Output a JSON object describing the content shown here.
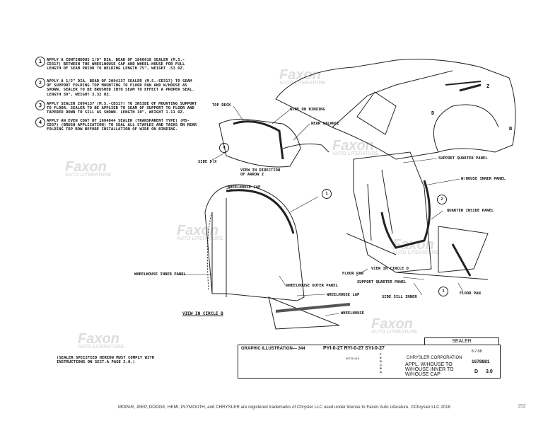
{
  "notes": [
    {
      "num": "1",
      "text": "APPLY A CONTINUOUS 1/8\" DIA. BEAD OF 1860618 SEALER (M.S.-CD317) BETWEEN THE WHEELHOUSE CAP AND WHEEL-HOUSE FOR FULL LENGTH OF SEAM PRIOR TO WELDING LENGTH 75\", WEIGHT .53 OZ."
    },
    {
      "num": "2",
      "text": "APPLY A 1/2\" DIA. BEAD OF 2094137 SEALER (M.S.-CD317) TO SEAM OF SUPPORT FOLDING TOP MOUNTING TO FLOOR PAN AND W/HOUSE AS SHOWN. SEALER TO BE BRUSHED INTO SEAM TO EFFECT A PROPER SEAL. LENGTH 30\", WEIGHT 3.32 OZ."
    },
    {
      "num": "3",
      "text": "APPLY SEALER 2094137 (M.S.-CD317) TO INSIDE OF MOUNTING SUPPORT TO FLOOR. SEALER TO BE APPLIED TO SEAM OF SUPPORT TO FLOOR AND TAPERED DOWN TO SILL AS SHOWN. LENGTH 10\", WEIGHT 1.11 OZ."
    },
    {
      "num": "4",
      "text": "APPLY AN EVEN COAT OF 1684044 SEALER (TRANSPARENT TYPE) (MS-CD37) (BRUSH APPLICATION) TO SEAL ALL STAPLES AND TACKS ON REAR FOLDING TOP BOW BEFORE INSTALLATION OF WIRE ON BINDING."
    }
  ],
  "footnote": "(SEALER SPECIFIED HEREON MUST COMPLY WITH INSTRUCTIONS ON SECT.A PAGE 2.0.)",
  "labels": {
    "top_deck": "TOP DECK",
    "wire_on_binding": "WIRE ON BINDING",
    "rear_valance": "REAR VALANCE",
    "side": "SIDE D)X",
    "view_arrow_1": "VIEW IN DIRECTION",
    "view_arrow_2": "OF ARROW Z",
    "wheelhouse_cap": "WHEELHOUSE CAP",
    "wheelhouse_inner_panel": "WHEELHOUSE INNER PANEL",
    "wheelhouse_outer_panel": "WHEELHOUSE OUTER PANEL",
    "wheelhouse_lap": "WHEELHOUSE LAP",
    "wheelhouse": "WHEELHOUSE",
    "view_circle_b": "VIEW IN CIRCLE B",
    "support_quarter_panel": "SUPPORT QUARTER PANEL",
    "whouse_inner_panel": "W/HOUSE INNER PANEL",
    "quarter_inside_panel": "QUARTER INSIDE PANEL",
    "floor_pan": "FLOOR PAN",
    "view_circle_d": "VIEW IN CIRCLE D",
    "support_quarter_panel_2": "SUPPORT QUARTER PANEL",
    "side_sill_inner": "SIDE SILL INNER",
    "floor_pan_2": "FLOOR PAN",
    "callout_z": "Z",
    "callout_d": "D",
    "callout_b": "B",
    "c1": "1",
    "c2": "2",
    "c3": "3",
    "c4": "4"
  },
  "title_block": {
    "graphic": "GRAPHIC ILLUSTRATION— 344",
    "models": "PYI-0-27   RYI-0-27   SYI-0-27",
    "title": "SEALER",
    "company": "CHRYSLER CORPORATION",
    "description_1": "APPL. W/HOUSE TO",
    "description_2": "W/HOUSE INNER TO",
    "description_3": "W/HOUSE CAP",
    "date": "8-7-58",
    "drawing_no": "1678881",
    "sect": "D",
    "page": "3.0",
    "part_no": "90729-416",
    "revisions": [
      "F",
      "E",
      "D",
      "C",
      "B",
      "A"
    ]
  },
  "footer": "MOPAR, JEEP, DODGE, HEMI, PLYMOUTH, and CHRYSLER are registered trademarks of Chrysler LLC used under license to Faxon Auto Literature. ©Chrysler LLC 2018",
  "page_number": "152",
  "watermark": {
    "brand": "Faxon",
    "sub": "AUTO LITERATURE"
  }
}
